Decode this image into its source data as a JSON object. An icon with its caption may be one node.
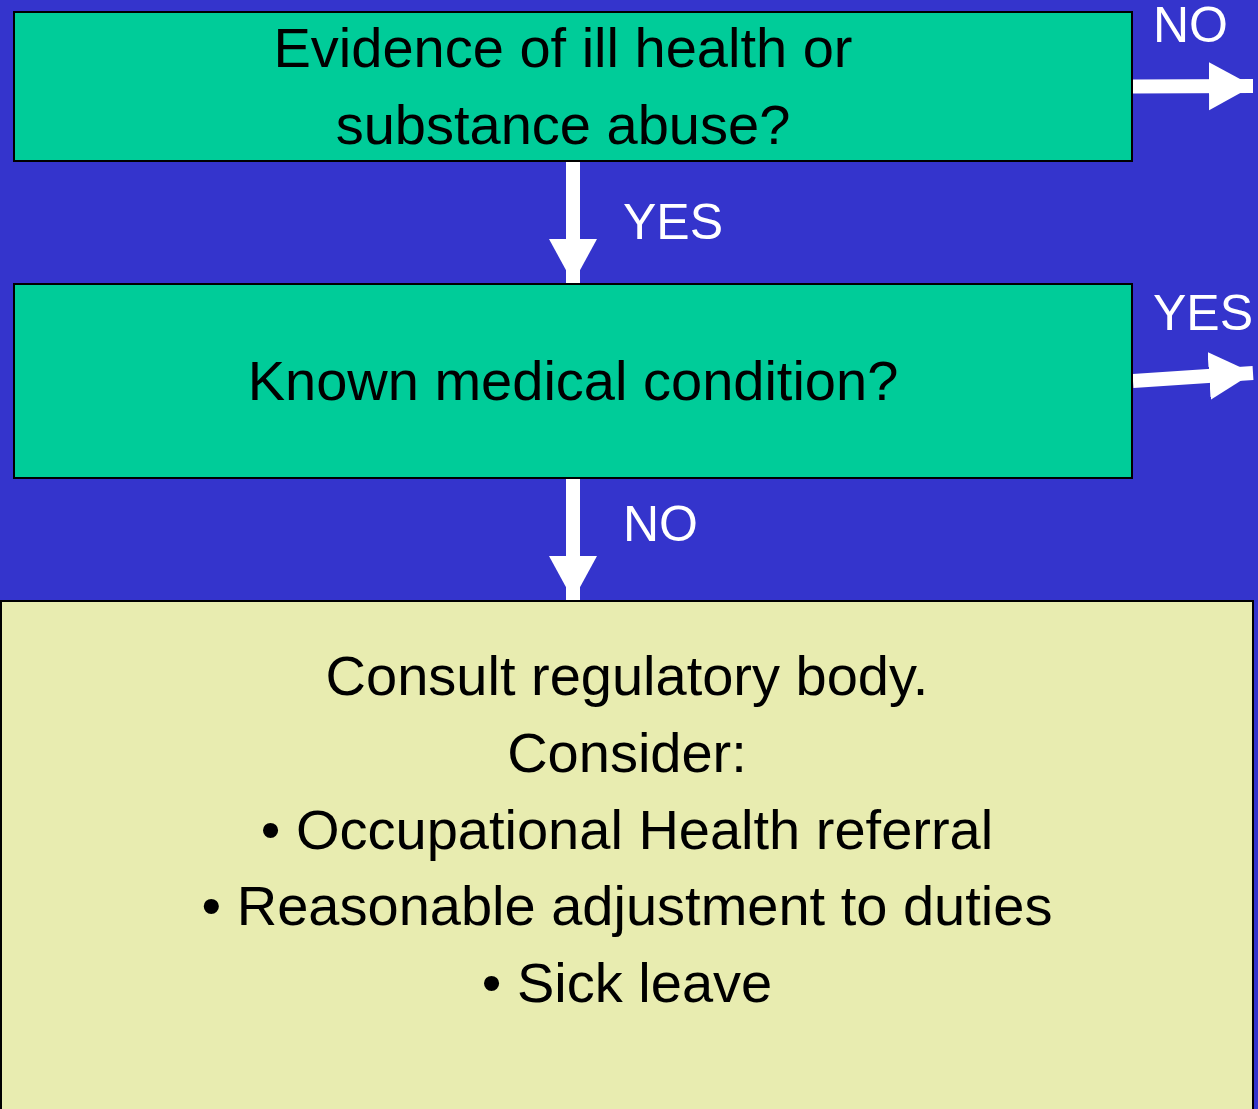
{
  "diagram": {
    "nodes": [
      {
        "text": [
          "Evidence of ill health or substance abuse?"
        ]
      },
      {
        "text": [
          "Known medical condition?"
        ]
      },
      {
        "text": [
          "Consult regulatory body.",
          "Consider:",
          "• Occupational Health referral",
          "• Reasonable adjustment to duties",
          "• Sick leave"
        ]
      }
    ],
    "edges": [
      {
        "from": 0,
        "to": 1,
        "arrow": "to",
        "label": "YES"
      },
      {
        "from": 1,
        "to": 2,
        "arrow": "to",
        "label": "NO"
      },
      {
        "from": 0,
        "to": null,
        "arrow": "to",
        "label": "NO"
      },
      {
        "from": 1,
        "to": null,
        "arrow": "to",
        "label": "YES"
      }
    ]
  }
}
